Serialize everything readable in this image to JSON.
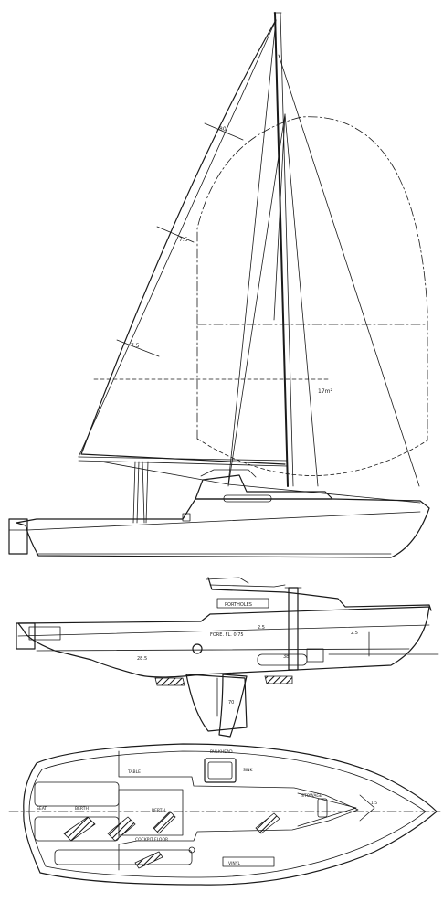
{
  "profile": {
    "batten_labels": [
      "80",
      "7.5",
      "7.5"
    ],
    "spinnaker_label": "17m²",
    "sail_area": "",
    "mast_length": ""
  },
  "interior_profile": {
    "labels": [
      "PORTHOLES",
      "2.5",
      "FORE. FL. 0.75",
      "2.5",
      "38",
      "70",
      "28.5"
    ]
  },
  "plan": {
    "labels": [
      "SEAT",
      "BERTH",
      "SINK",
      "BERTH",
      "COCKPIT FLOOR",
      "TABLE",
      "VINYL",
      "STOWAGE",
      "BULKHEAD",
      "1.5"
    ]
  }
}
